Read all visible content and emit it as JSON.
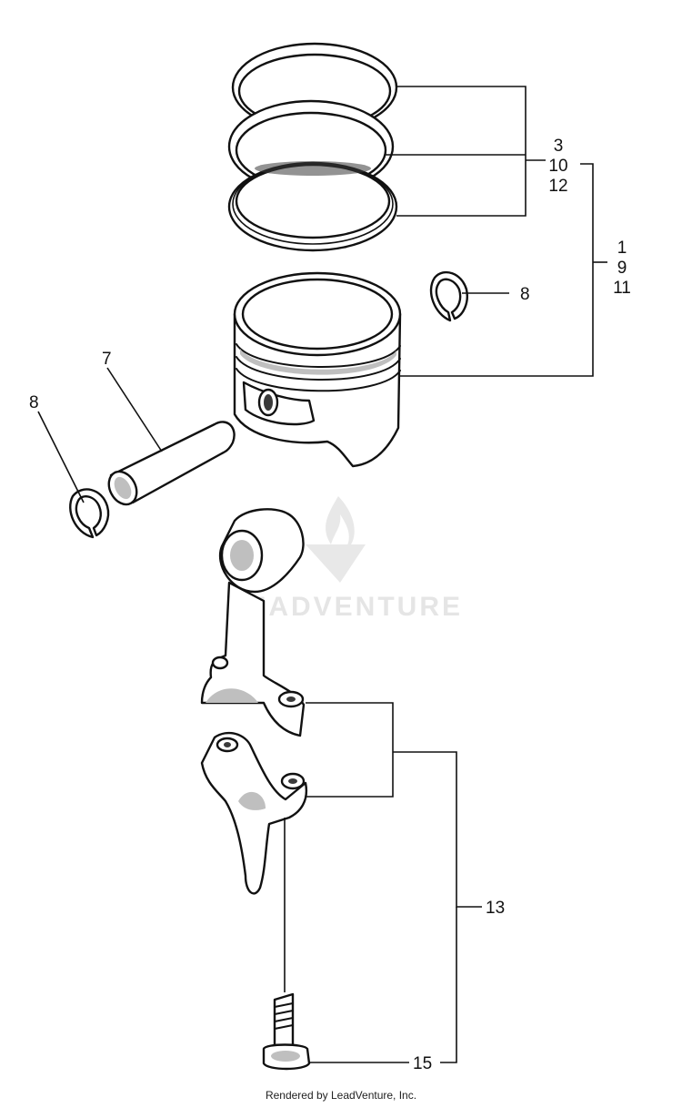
{
  "watermark": {
    "text": "LEADVENTURE"
  },
  "callouts": {
    "rings": [
      "3",
      "10",
      "12"
    ],
    "piston": [
      "1",
      "9",
      "11"
    ],
    "clip_right": "8",
    "pin": "7",
    "clip_left": "8",
    "rod_assembly": "13",
    "bolt": "15"
  },
  "footer": {
    "text": "Rendered by LeadVenture, Inc."
  }
}
